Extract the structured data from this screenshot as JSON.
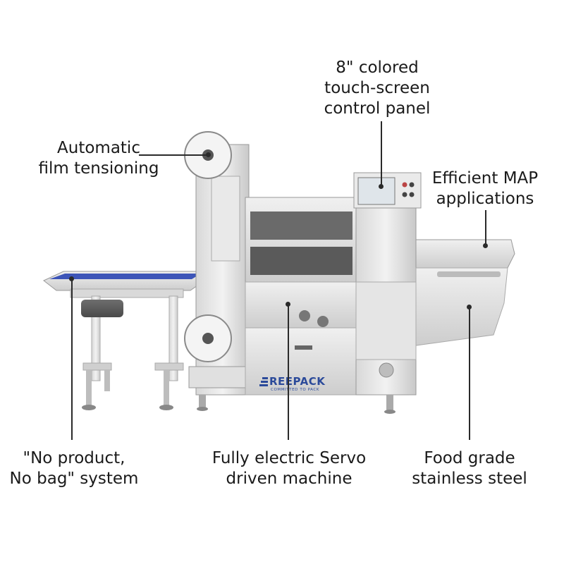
{
  "callouts": {
    "touch_screen": [
      "8\" colored",
      "touch-screen",
      "control panel"
    ],
    "film_tension": [
      "Automatic",
      "film tensioning"
    ],
    "map": [
      "Efficient MAP",
      "applications"
    ],
    "no_product": [
      "\"No product,",
      "No bag\" system"
    ],
    "servo": [
      "Fully electric Servo",
      "driven machine"
    ],
    "steel": [
      "Food grade",
      "stainless steel"
    ]
  },
  "brand": {
    "name": "REEPACK",
    "tagline": "COMMITTED TO PACK",
    "accent": "#2b4a9a"
  },
  "colors": {
    "steel_light": "#e6e6e6",
    "steel_mid": "#cfcfcf",
    "steel_dark": "#8a8a8a",
    "belt": "#3d55b8"
  }
}
